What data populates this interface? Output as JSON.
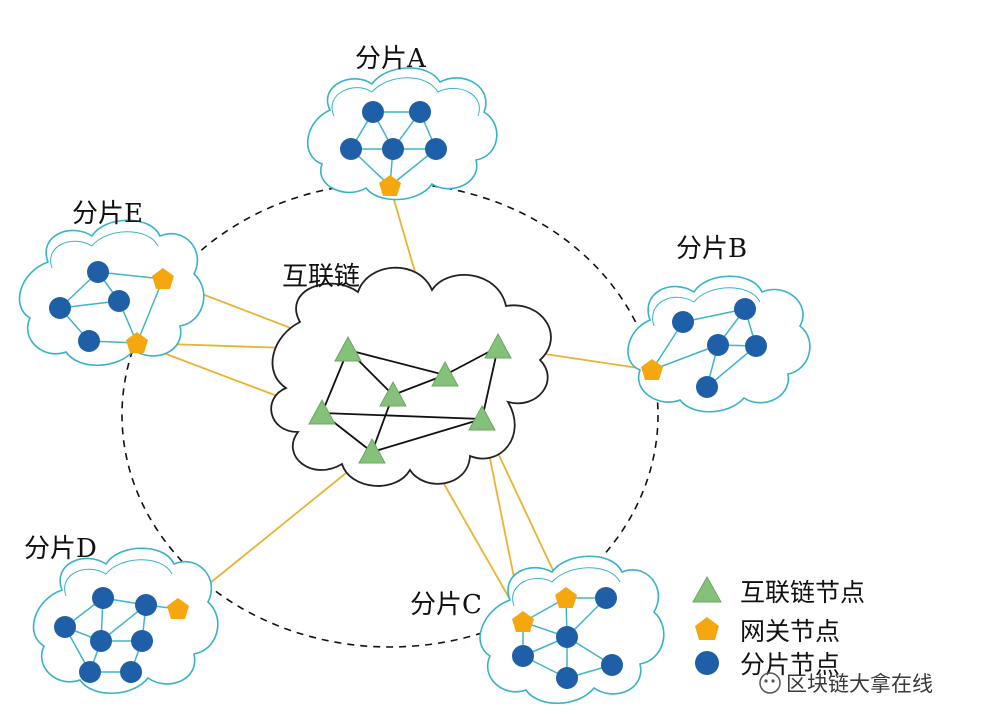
{
  "labels": {
    "shardA": "分片A",
    "shardB": "分片B",
    "shardC": "分片C",
    "shardD": "分片D",
    "shardE": "分片E",
    "core": "互联链"
  },
  "legend": {
    "triangle": "互联链节点",
    "pentagon": "网关节点",
    "circle": "分片节点"
  },
  "watermark": "区块链大拿在线",
  "colors": {
    "cloud_stroke": "#38b2c9",
    "core_cloud_stroke": "#222222",
    "shard_node": "#1f5fa8",
    "shard_edge": "#3fb5c9",
    "gateway": "#f5a70f",
    "core_node": "#86c17c",
    "core_edge": "#111111",
    "link": "#e8b332",
    "ring": "#111111"
  }
}
